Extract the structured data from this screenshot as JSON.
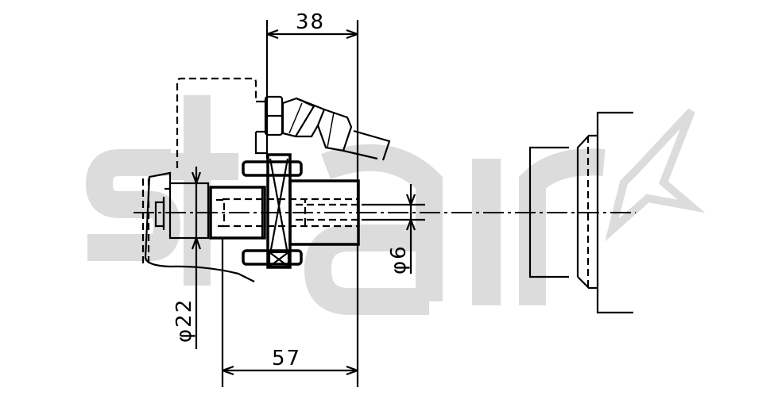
{
  "watermark": {
    "logo_text": "stair",
    "color": "#dcdcdc"
  },
  "dimensions": {
    "top_width": "38",
    "bottom_width": "57",
    "left_diameter": "φ22",
    "right_diameter": "φ6"
  },
  "colors": {
    "line": "#000000",
    "background": "#ffffff"
  }
}
